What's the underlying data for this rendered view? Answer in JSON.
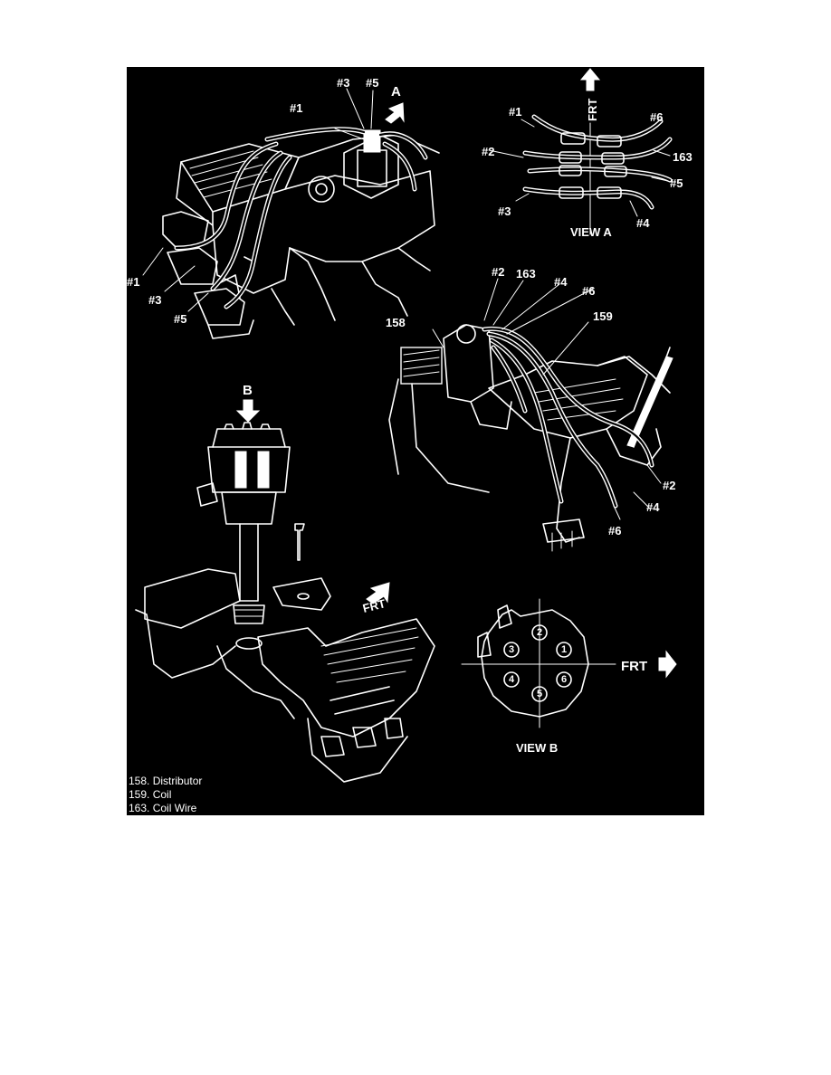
{
  "view_a": {
    "labels": {
      "n1": "#1",
      "n2": "#2",
      "n3": "#3",
      "n4": "#4",
      "n5": "#5",
      "n6": "#6",
      "coil_wire": "163",
      "front": "FRT",
      "caption": "VIEW A"
    }
  },
  "top_engine": {
    "labels": {
      "n3_top": "#3",
      "n5_top": "#5",
      "n1_top": "#1",
      "view_a_arrow": "A",
      "n1_left": "#1",
      "n3_left": "#3",
      "n5_left": "#5"
    }
  },
  "right_engine": {
    "labels": {
      "n2_top": "#2",
      "coil_wire": "163",
      "n4_top": "#4",
      "n6_top": "#6",
      "distributor": "158",
      "coil": "159",
      "n2_side": "#2",
      "n4_side": "#4",
      "n6_side": "#6"
    }
  },
  "distributor_install": {
    "labels": {
      "view_b_arrow": "B",
      "front": "FRT"
    }
  },
  "view_b": {
    "labels": {
      "caption": "VIEW B",
      "front": "FRT"
    },
    "cap_terminals": [
      "2",
      "3",
      "1",
      "4",
      "6",
      "5"
    ]
  },
  "legend": [
    "158. Distributor",
    "159. Coil",
    "163. Coil Wire"
  ],
  "colors": {
    "background": "#000000",
    "lines": "#ffffff",
    "page": "#ffffff"
  }
}
